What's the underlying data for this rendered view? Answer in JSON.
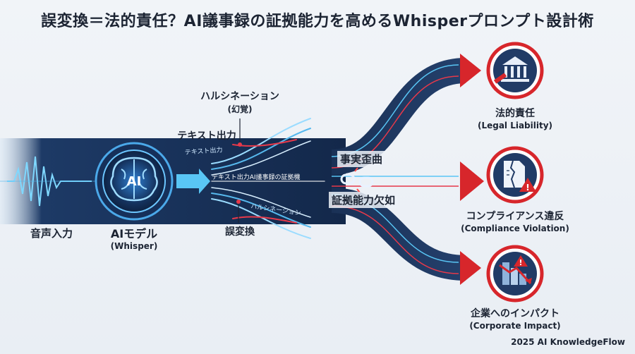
{
  "title": "誤変換＝法的責任？AI議事録の証拠能力を高めるWhisperプロンプト設計術",
  "input_label": "音声入力",
  "model": {
    "badge": "AI",
    "label": "AIモデル",
    "sub": "(Whisper)"
  },
  "stream_labels": {
    "text_output": "テキスト出力",
    "hallucination": "ハルシネーション",
    "hallucination_sub": "(幻覚)",
    "misconversion": "誤変換"
  },
  "stream_text": {
    "top": "テキスト出力",
    "middle": "テキスト出力AI議事録の証拠機",
    "bottom": "ハルシネーション"
  },
  "center_labels": {
    "distortion": "事実歪曲",
    "lack": "証拠能力欠如"
  },
  "outcomes": [
    {
      "label": "法的責任",
      "sub": "(Legal Liability)",
      "icon": "courthouse-gavel-icon"
    },
    {
      "label": "コンプライアンス違反",
      "sub": "(Compliance Violation)",
      "icon": "torn-document-warning-icon"
    },
    {
      "label": "企業へのインパクト",
      "sub": "(Corporate Impact)",
      "icon": "declining-buildings-icon"
    }
  ],
  "footer": "2025 AI KnowledgeFlow",
  "colors": {
    "navy": "#1b2d4f",
    "red": "#d7262b",
    "cyan": "#35c3f0"
  }
}
